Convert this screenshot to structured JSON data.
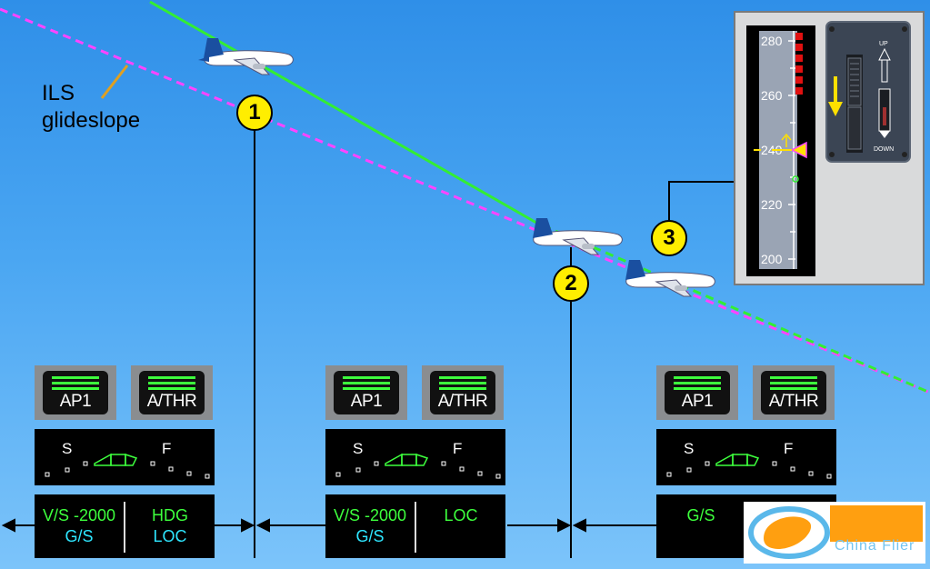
{
  "diagram": {
    "ils_label_line1": "ILS",
    "ils_label_line2": "glideslope",
    "markers": [
      "1",
      "2",
      "3"
    ],
    "colors": {
      "glideslope": "#ff44ff",
      "flight_path": "#33ee33",
      "marker": "#ffee00"
    }
  },
  "panels": [
    {
      "ap_label": "AP1",
      "athr_label": "A/THR",
      "s_label": "S",
      "f_label": "F",
      "fma_left_top": "V/S -2000",
      "fma_left_bottom": "G/S",
      "fma_right_top": "HDG",
      "fma_right_bottom": "LOC"
    },
    {
      "ap_label": "AP1",
      "athr_label": "A/THR",
      "s_label": "S",
      "f_label": "F",
      "fma_left_top": "V/S -2000",
      "fma_left_bottom": "G/S",
      "fma_right_top": "LOC"
    },
    {
      "ap_label": "AP1",
      "athr_label": "A/THR",
      "s_label": "S",
      "f_label": "F",
      "fma_left_top": "G/S"
    }
  ],
  "speed_tape": {
    "ticks": [
      "280",
      "260",
      "240",
      "220",
      "200"
    ],
    "lever_up": "UP",
    "lever_down": "DOWN"
  },
  "watermark": {
    "text": "China Flier"
  }
}
